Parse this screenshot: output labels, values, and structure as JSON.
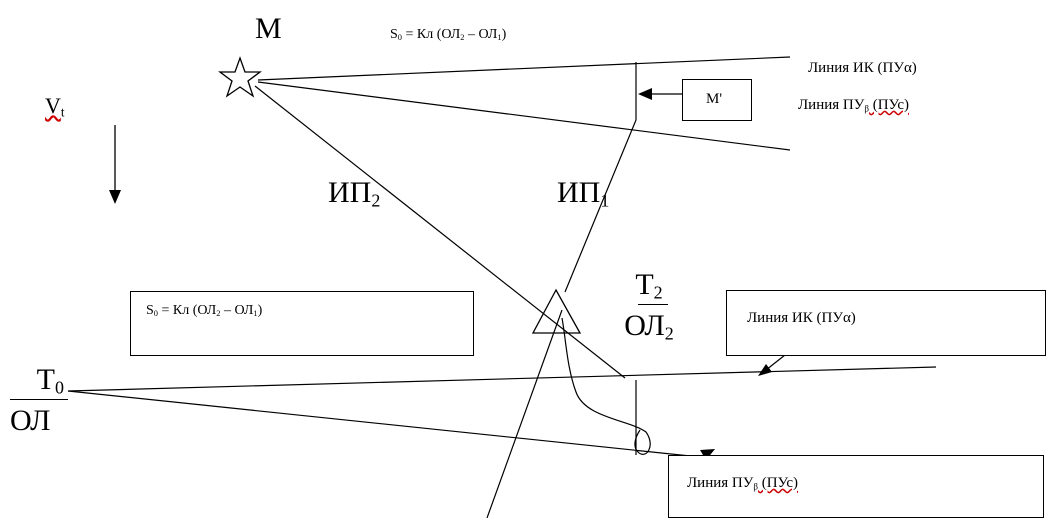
{
  "labels": {
    "point_m": "М",
    "formula_top": {
      "s": "S",
      "s_sub": "0",
      "mid": " = Кл (ОЛ",
      "sub2": "2",
      "dash": " – ОЛ",
      "sub1": "1",
      "end": ")"
    },
    "line_ik_top": "Линия ИК (ПУα)",
    "line_pu_top": {
      "a": "Линия ПУ",
      "b": "β",
      "c": " (ПУс)"
    },
    "m_prime": "М'",
    "vt": {
      "v": "V",
      "t": "t"
    },
    "ip2": {
      "a": "ИП",
      "b": "2"
    },
    "ip1": {
      "a": "ИП",
      "b": "1"
    },
    "formula_box": {
      "s": "S",
      "s_sub": "0",
      "mid": " = Кл (ОЛ",
      "sub2": "2",
      "dash": " – ОЛ",
      "sub1": "1",
      "end": ")"
    },
    "t2_frac": {
      "t": "Т",
      "t_sub": "2",
      "ol": "ОЛ",
      "ol_sub": "2"
    },
    "line_ik_box": "Линия ИК (ПУα)",
    "t0_frac": {
      "t": "Т",
      "t_sub": "0",
      "ol": "ОЛ"
    },
    "line_pu_box": {
      "a": "Линия ПУ",
      "b": "β",
      "c": " (ПУс)"
    }
  }
}
